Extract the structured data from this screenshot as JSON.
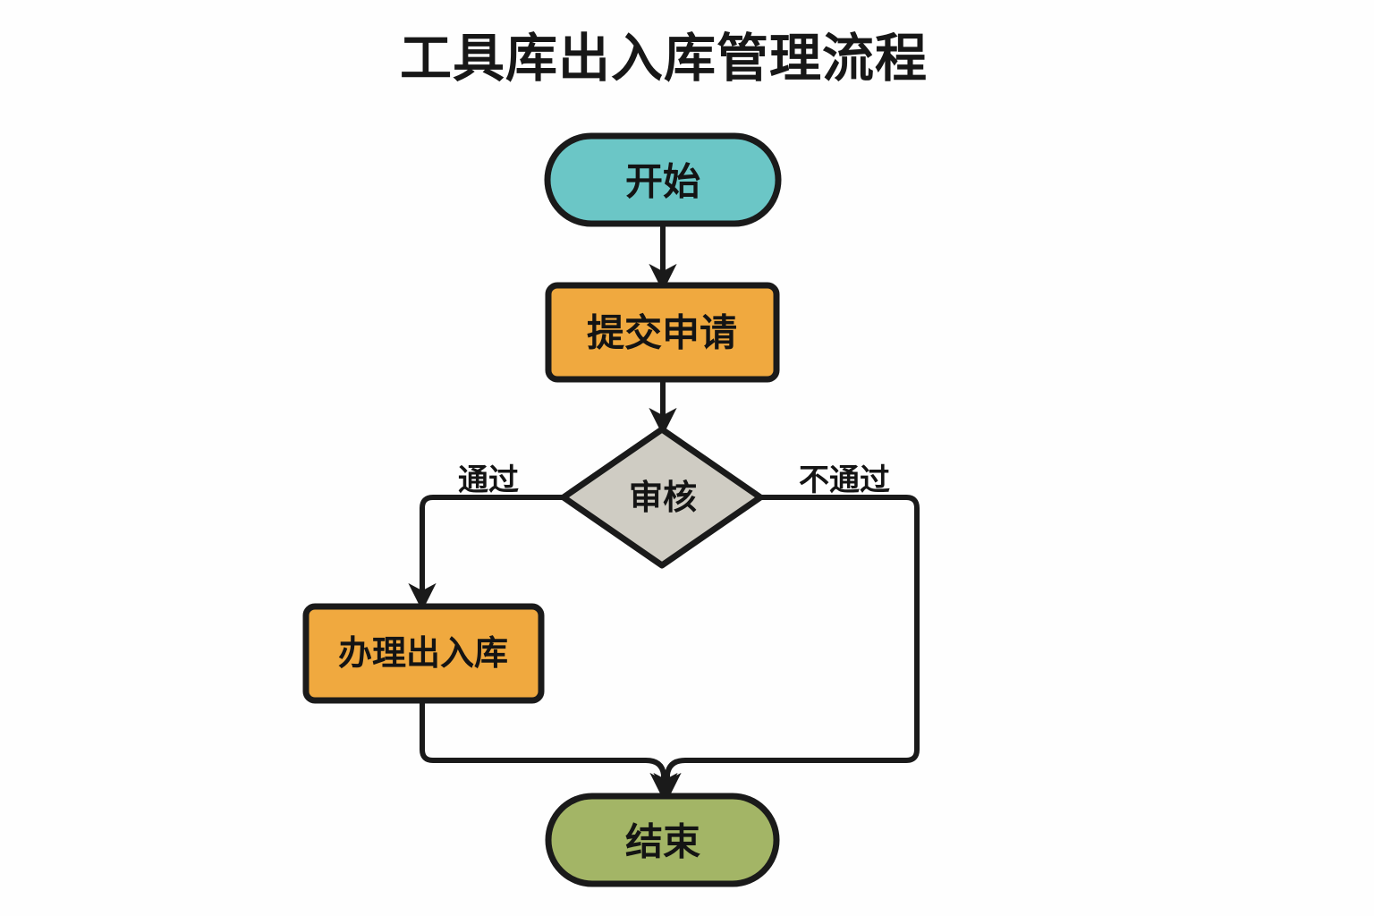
{
  "title": "工具库出入库管理流程",
  "colors": {
    "start_fill": "#6BC6C6",
    "process_fill": "#F0A93F",
    "decision_fill": "#CFCCC3",
    "end_fill": "#A3B566",
    "stroke": "#1A1A1A",
    "text": "#141414",
    "background": "#FEFEFE"
  },
  "nodes": {
    "start": {
      "label": "开始",
      "shape": "stadium"
    },
    "submit": {
      "label": "提交申请",
      "shape": "rounded-rect"
    },
    "review": {
      "label": "审核",
      "shape": "diamond"
    },
    "handle": {
      "label": "办理出入库",
      "shape": "rounded-rect"
    },
    "end": {
      "label": "结束",
      "shape": "stadium"
    }
  },
  "edges": [
    {
      "from": "start",
      "to": "submit",
      "label": ""
    },
    {
      "from": "submit",
      "to": "review",
      "label": ""
    },
    {
      "from": "review",
      "to": "handle",
      "label": "通过"
    },
    {
      "from": "review",
      "to": "end",
      "label": "不通过"
    },
    {
      "from": "handle",
      "to": "end",
      "label": ""
    }
  ],
  "edge_labels": {
    "pass": "通过",
    "fail": "不通过"
  }
}
